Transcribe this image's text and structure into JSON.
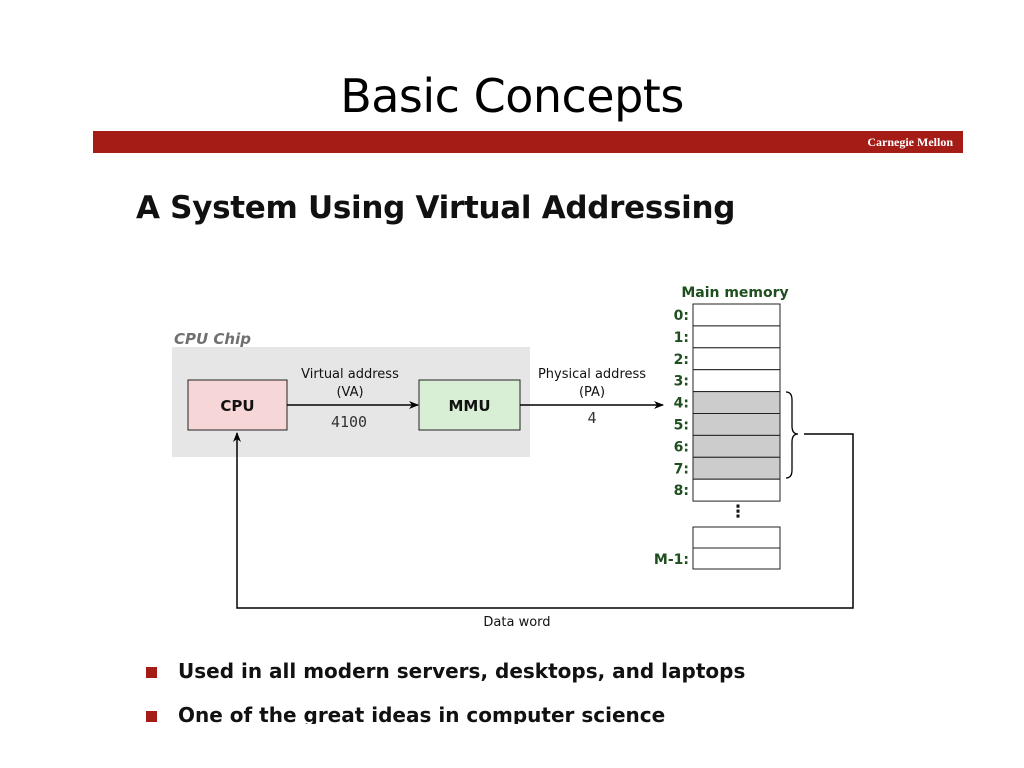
{
  "slide": {
    "title": "Basic Concepts",
    "brand": "Carnegie Mellon",
    "heading": "A System Using Virtual Addressing"
  },
  "diagram": {
    "cpu_chip_label": "CPU Chip",
    "cpu_label": "CPU",
    "mmu_label": "MMU",
    "virtual_address_line1": "Virtual address",
    "virtual_address_line2": "(VA)",
    "virtual_address_value": "4100",
    "physical_address_line1": "Physical address",
    "physical_address_line2": "(PA)",
    "physical_address_value": "4",
    "main_memory_label": "Main memory",
    "memory_rows": [
      "0:",
      "1:",
      "2:",
      "3:",
      "4:",
      "5:",
      "6:",
      "7:",
      "8:"
    ],
    "highlighted_rows": [
      4,
      5,
      6,
      7
    ],
    "ellipsis": "⋮",
    "last_row_label": "M-1:",
    "data_word_label": "Data word"
  },
  "bullets": [
    "Used in all modern servers, desktops, and laptops",
    "One of the great ideas in computer science"
  ],
  "colors": {
    "accent": "#a51c16",
    "cpu_fill": "#f6d6d6",
    "mmu_fill": "#d9efd5",
    "chip_fill": "#e6e6e6",
    "memory_highlight": "#cccccc",
    "memory_label": "#1f4e1f"
  }
}
